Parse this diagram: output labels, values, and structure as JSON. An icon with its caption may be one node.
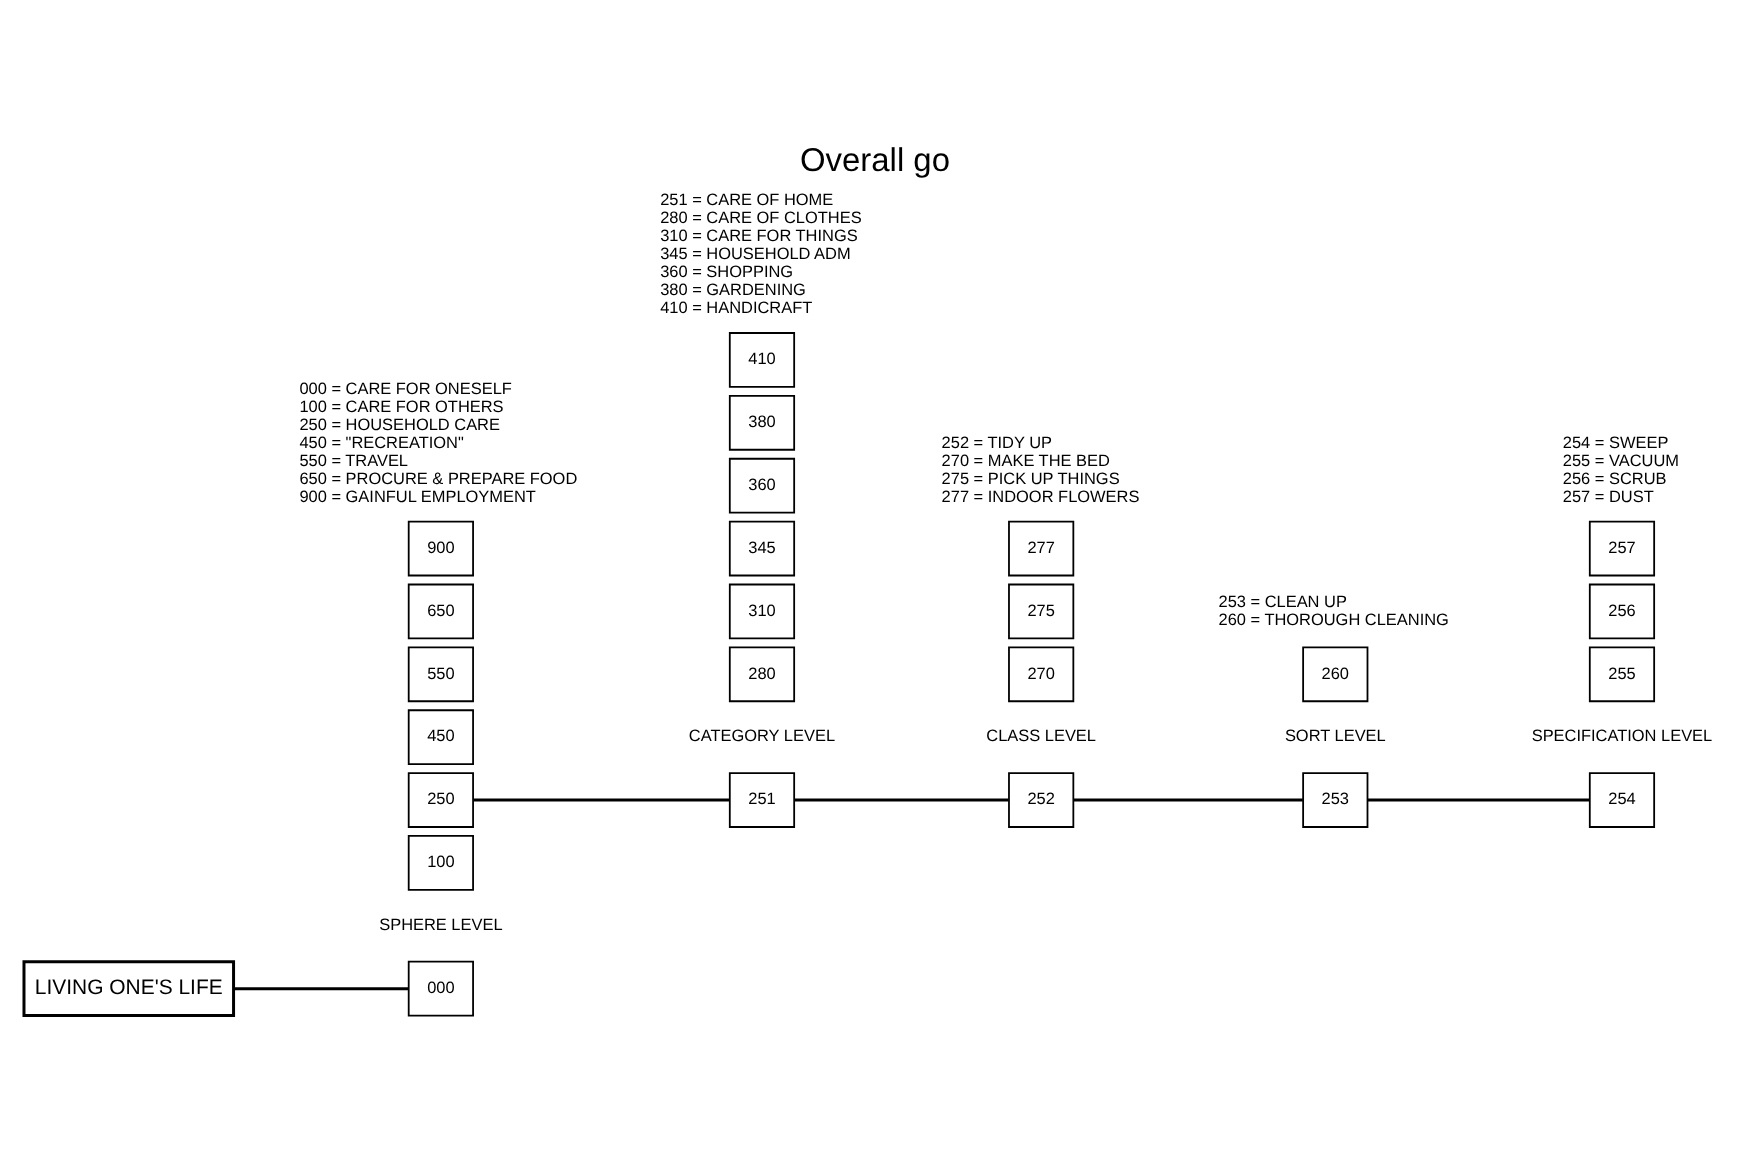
{
  "diagram": {
    "title": "Overall go",
    "nodes": [
      {
        "text": [
          "LIVING ONE'S LIFE"
        ]
      },
      {
        "text": [
          "000"
        ]
      },
      {
        "text": [
          "100"
        ]
      },
      {
        "text": [
          "250"
        ]
      },
      {
        "text": [
          "450"
        ]
      },
      {
        "text": [
          "550"
        ]
      },
      {
        "text": [
          "650"
        ]
      },
      {
        "text": [
          "900"
        ]
      },
      {
        "text": [
          "251"
        ]
      },
      {
        "text": [
          "280"
        ]
      },
      {
        "text": [
          "310"
        ]
      },
      {
        "text": [
          "345"
        ]
      },
      {
        "text": [
          "360"
        ]
      },
      {
        "text": [
          "380"
        ]
      },
      {
        "text": [
          "410"
        ]
      },
      {
        "text": [
          "252"
        ]
      },
      {
        "text": [
          "270"
        ]
      },
      {
        "text": [
          "275"
        ]
      },
      {
        "text": [
          "277"
        ]
      },
      {
        "text": [
          "253"
        ]
      },
      {
        "text": [
          "260"
        ]
      },
      {
        "text": [
          "254"
        ]
      },
      {
        "text": [
          "255"
        ]
      },
      {
        "text": [
          "256"
        ]
      },
      {
        "text": [
          "257"
        ]
      }
    ],
    "edges": [
      {
        "from": 0,
        "to": 1,
        "arrow": "none"
      },
      {
        "from": 3,
        "to": 8,
        "arrow": "none"
      },
      {
        "from": 8,
        "to": 15,
        "arrow": "none"
      },
      {
        "from": 15,
        "to": 19,
        "arrow": "none"
      },
      {
        "from": 19,
        "to": 21,
        "arrow": "none"
      }
    ],
    "labels": [
      "SPHERE LEVEL",
      "000 = CARE FOR ONESELF",
      "100 = CARE FOR OTHERS",
      "250 = HOUSEHOLD CARE",
      "450 = \"RECREATION\"",
      "550 = TRAVEL",
      "650 = PROCURE & PREPARE FOOD",
      "900 = GAINFUL EMPLOYMENT",
      "CATEGORY LEVEL",
      "251 = CARE OF HOME",
      "280 = CARE OF CLOTHES",
      "310 = CARE FOR THINGS",
      "345 = HOUSEHOLD ADM",
      "360 = SHOPPING",
      "380 = GARDENING",
      "410 = HANDICRAFT",
      "CLASS LEVEL",
      "252 = TIDY UP",
      "270 = MAKE THE BED",
      "275 = PICK UP THINGS",
      "277 = INDOOR FLOWERS",
      "SORT LEVEL",
      "253 = CLEAN UP",
      "260 = THOROUGH CLEANING",
      "SPECIFICATION LEVEL",
      "254 = SWEEP",
      "255 = VACUUM",
      "256 = SCRUB",
      "257 = DUST"
    ]
  }
}
